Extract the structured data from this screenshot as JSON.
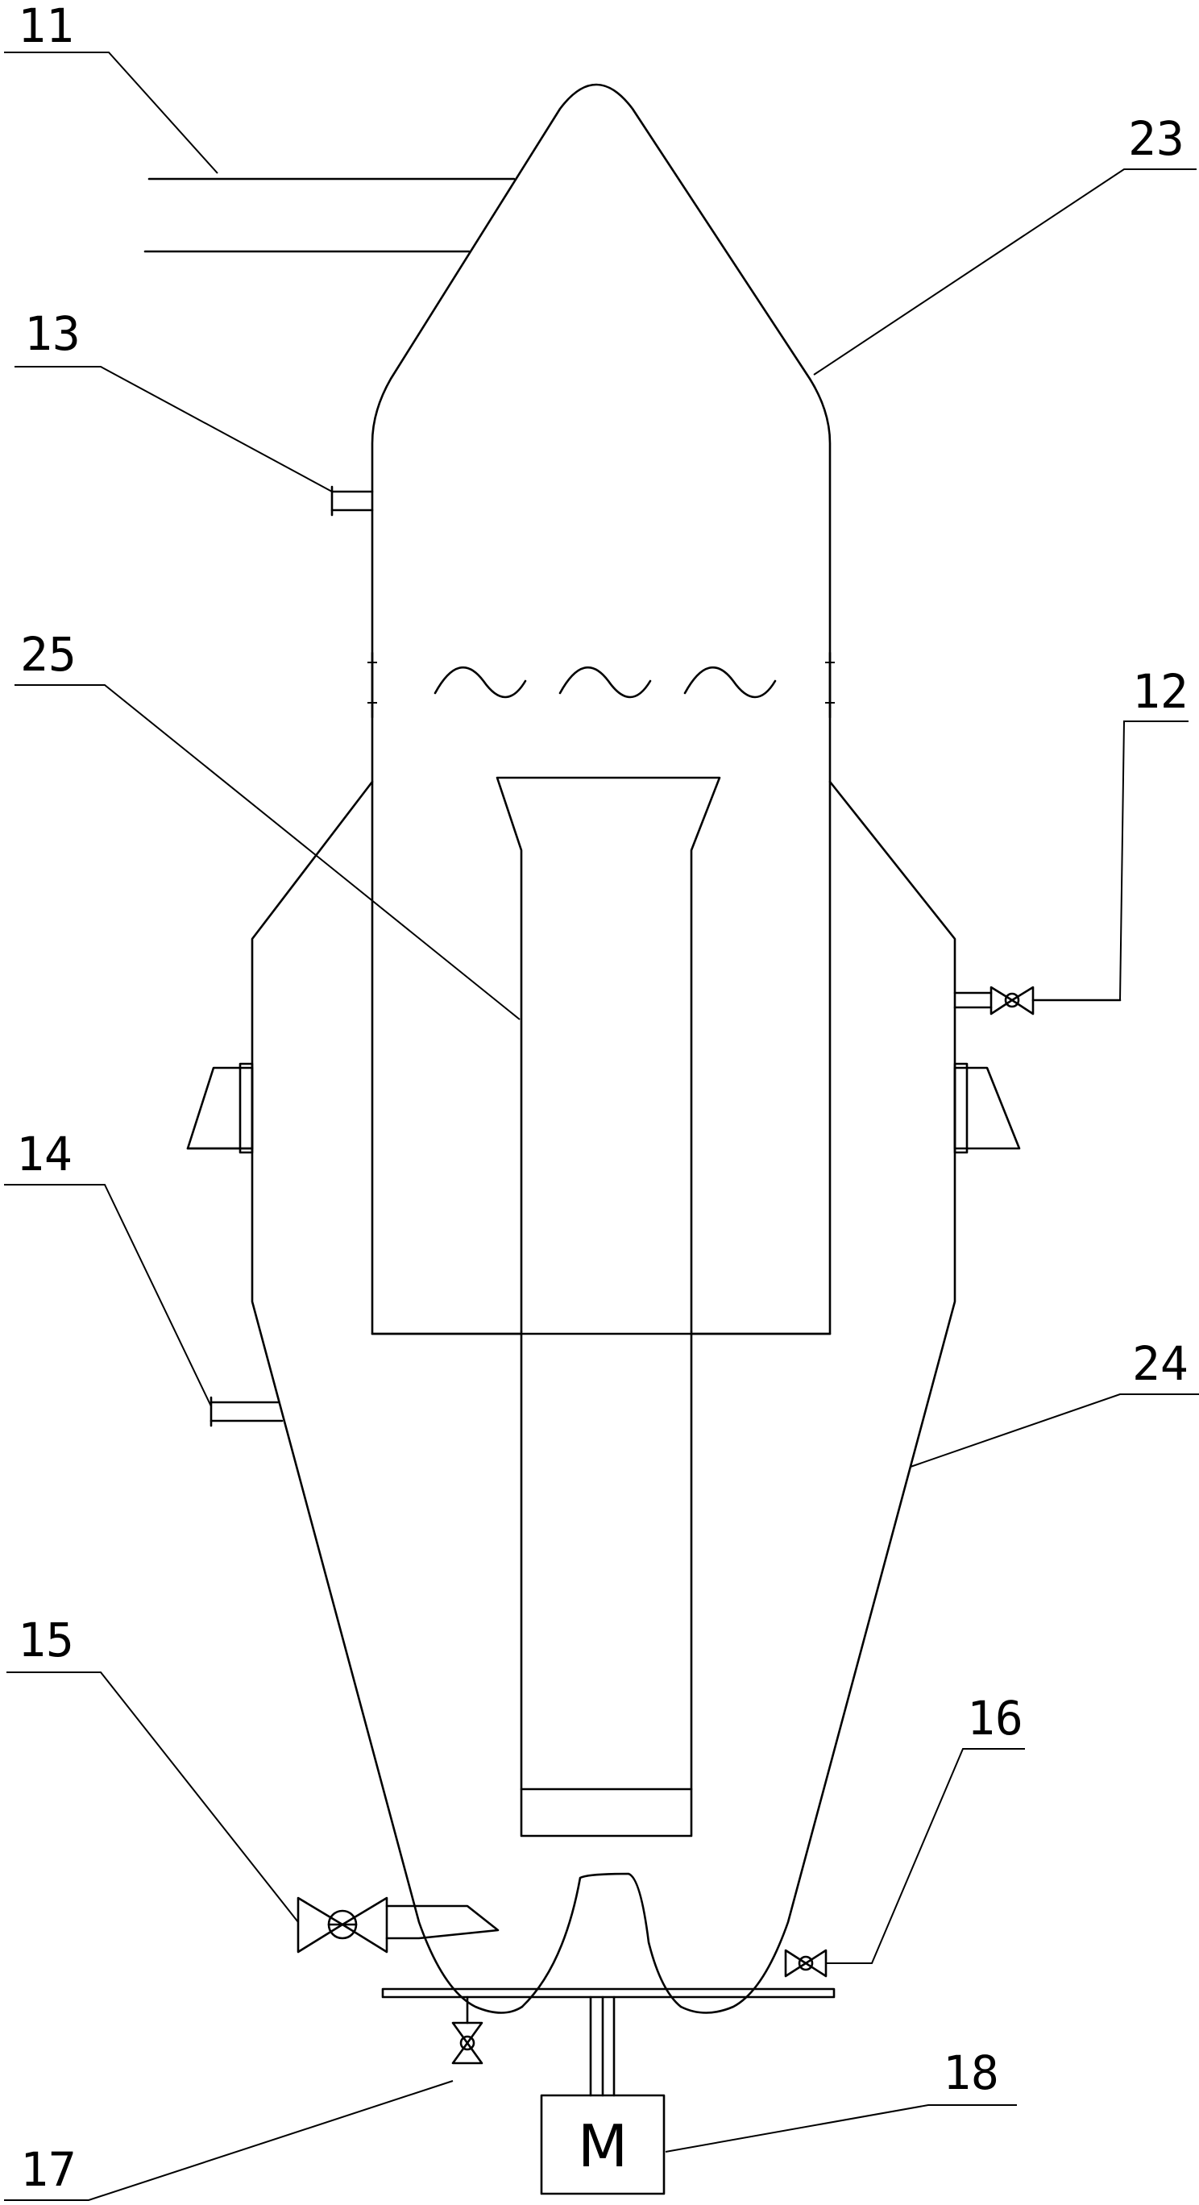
{
  "labels": {
    "l11": "11",
    "l12": "12",
    "l13": "13",
    "l14": "14",
    "l15": "15",
    "l16": "16",
    "l17": "17",
    "l18": "18",
    "l23": "23",
    "l24": "24",
    "l25": "25"
  },
  "motor": {
    "symbol": "M"
  },
  "colors": {
    "line": "#000000",
    "background": "#ffffff"
  }
}
